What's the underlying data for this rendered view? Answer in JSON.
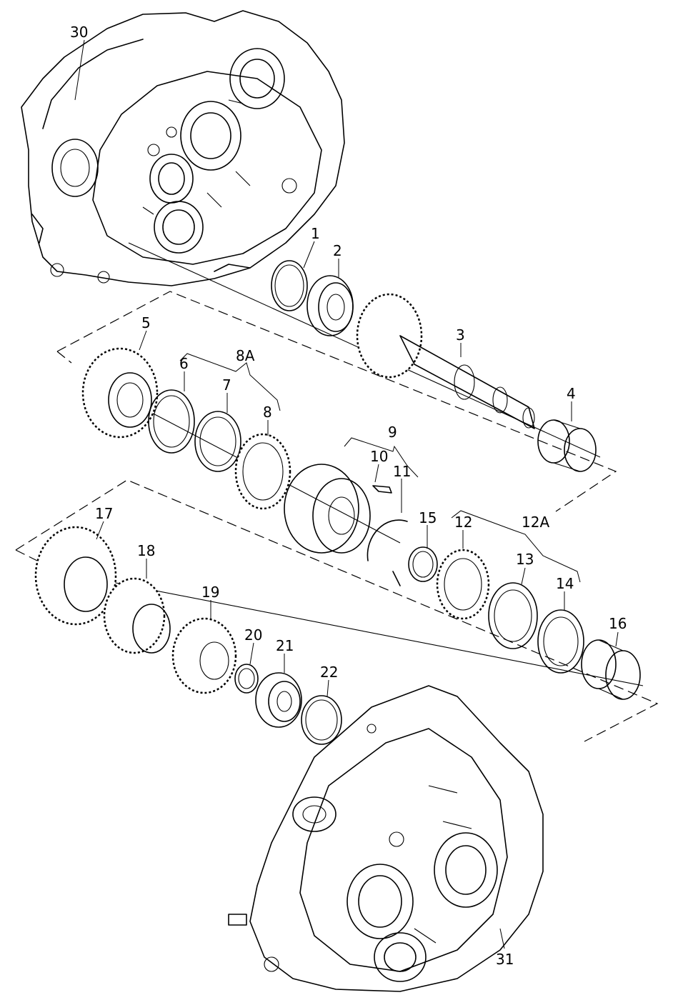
{
  "labels": {
    "l30": "30",
    "l1": "1",
    "l2": "2",
    "l3": "3",
    "l4": "4",
    "l5": "5",
    "l6": "6",
    "l7": "7",
    "l8": "8",
    "l8A": "8A",
    "l9": "9",
    "l10": "10",
    "l11": "11",
    "l12": "12",
    "l12A": "12A",
    "l13": "13",
    "l14": "14",
    "l15": "15",
    "l16": "16",
    "l17": "17",
    "l18": "18",
    "l19": "19",
    "l20": "20",
    "l21": "21",
    "l22": "22",
    "l31": "31"
  }
}
